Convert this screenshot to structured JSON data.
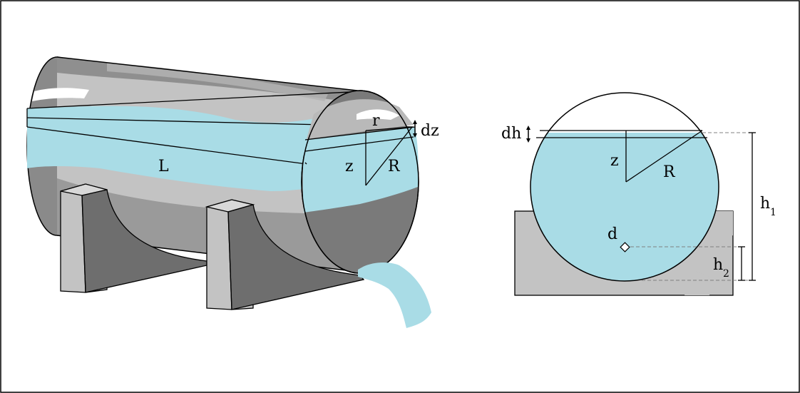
{
  "colors": {
    "water": "#a9dce6",
    "shell_light": "#c0c0c0",
    "shell_dark": "#808080",
    "outline": "#000000",
    "background": "#ffffff",
    "dashed": "#808080"
  },
  "labels": {
    "length": "L",
    "small_radius": "r",
    "slice_thickness": "dz",
    "depth": "z",
    "radius": "R",
    "side_depth": "z",
    "side_radius": "R",
    "level_step": "dh",
    "hole_diameter": "d",
    "h1_base": "h",
    "h1_sub": "1",
    "h2_base": "h",
    "h2_sub": "2"
  }
}
